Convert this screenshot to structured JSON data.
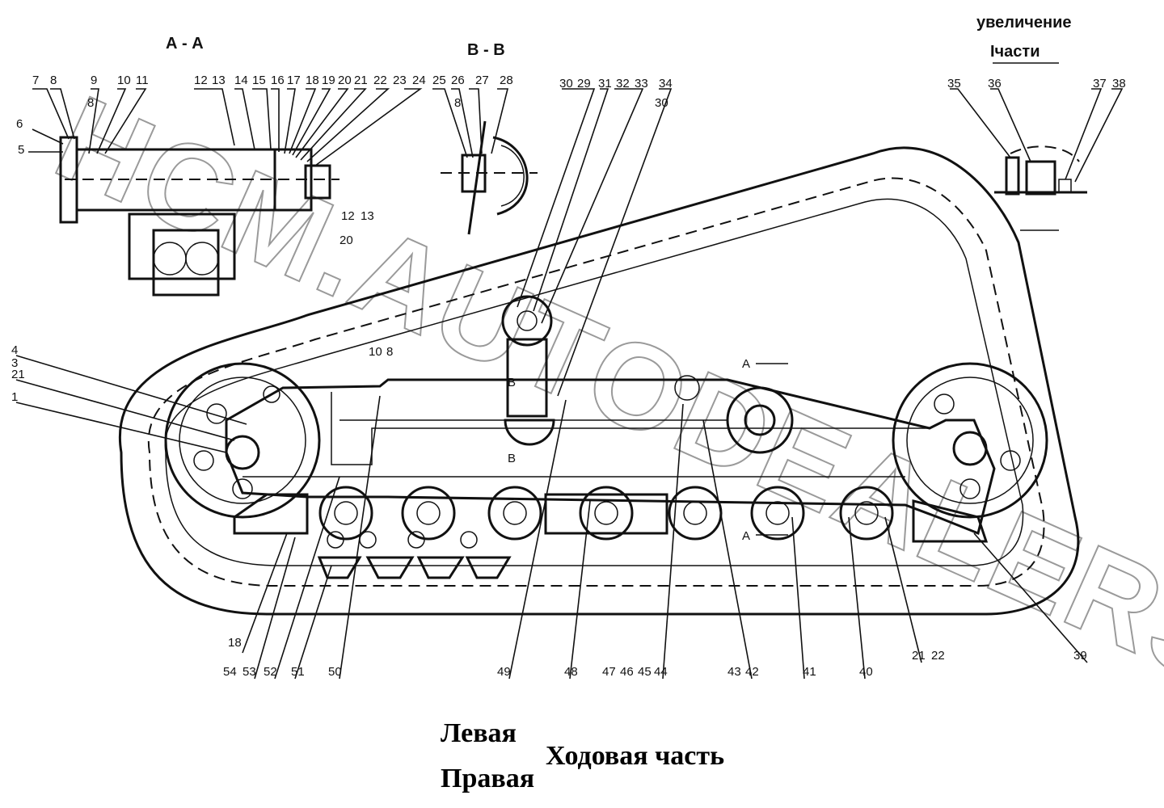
{
  "watermark": "HCM.AUTODEALERS.RU",
  "section_labels": {
    "aa": "А - А",
    "bb": "В - В",
    "detail_line1": "увеличение",
    "detail_line2": "Iчасти",
    "marker_a_top": "А",
    "marker_a_bottom": "А",
    "marker_b_top": "В",
    "marker_b_bottom": "В"
  },
  "caption": {
    "left": "Левая",
    "right": "Правая",
    "title": "Ходовая часть"
  },
  "callouts": {
    "top": [
      "7",
      "8",
      "9",
      "10",
      "11",
      "12",
      "13",
      "14",
      "15",
      "16",
      "17",
      "18",
      "19",
      "20",
      "21",
      "22",
      "23",
      "24",
      "25",
      "26",
      "27",
      "28",
      "30",
      "29",
      "31",
      "32",
      "33",
      "34",
      "35",
      "36",
      "37",
      "38"
    ],
    "side": [
      "6",
      "5",
      "4",
      "3",
      "21",
      "1"
    ],
    "bottom": [
      "18",
      "54",
      "53",
      "52",
      "51",
      "50",
      "49",
      "48",
      "47",
      "46",
      "45",
      "44",
      "43",
      "42",
      "41",
      "40",
      "21",
      "22",
      "39"
    ],
    "misc": [
      "8",
      "8",
      "8",
      "12",
      "13",
      "20",
      "30",
      "10"
    ]
  }
}
